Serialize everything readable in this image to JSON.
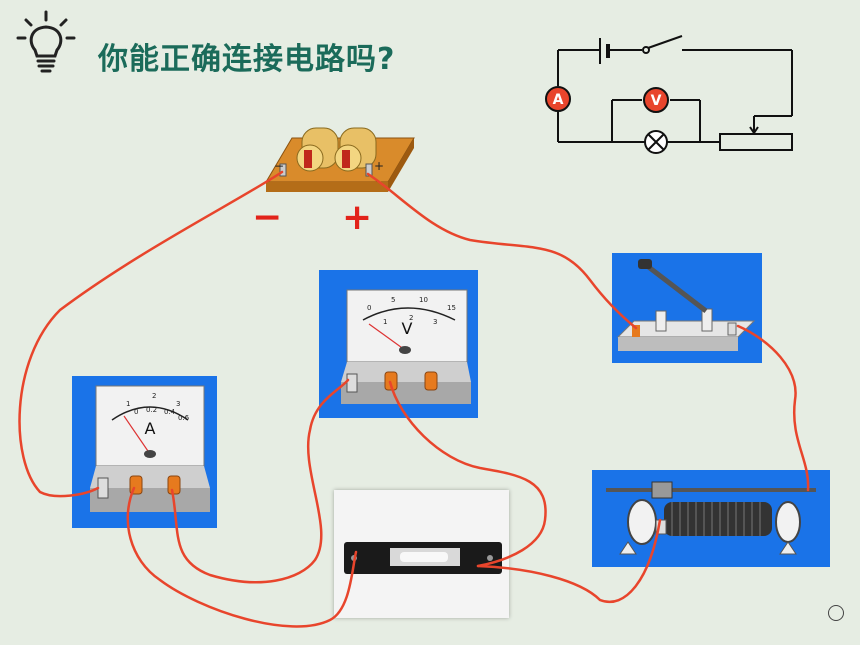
{
  "title": "你能正确连接电路吗?",
  "battery": {
    "minus_label": "−",
    "plus_label": "+"
  },
  "ammeter": {
    "symbol": "A",
    "scale": [
      "0",
      "0.2",
      "0.4",
      "0.6"
    ],
    "scale_top": [
      "1",
      "2",
      "3"
    ]
  },
  "voltmeter": {
    "symbol": "V",
    "scale": [
      "0",
      "5",
      "10",
      "15"
    ],
    "scale_bottom": [
      "1",
      "2",
      "3"
    ]
  },
  "schematic": {
    "ammeter_symbol": "A",
    "voltmeter_symbol": "V"
  },
  "colors": {
    "background": "#e6ede3",
    "title": "#1b6b5a",
    "wire": "#e8452c",
    "panel": "#1a73e8",
    "sign": "#e2231a"
  },
  "icons": [
    "lightbulb-icon",
    "circle-icon"
  ]
}
